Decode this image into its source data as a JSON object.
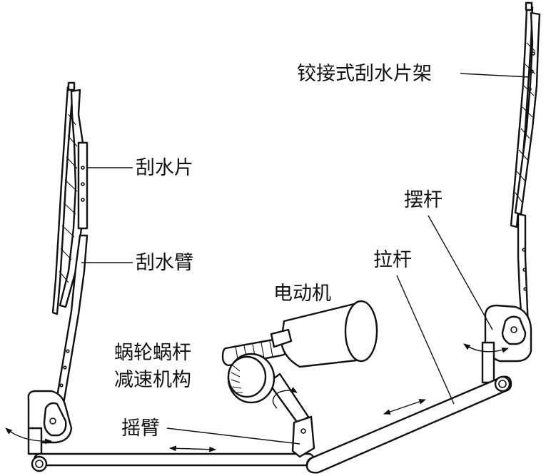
{
  "labels": {
    "hinged_blade_frame": "铰接式刮水片架",
    "wiper_blade": "刮水片",
    "wiper_arm": "刮水臂",
    "swing_lever": "摆杆",
    "pull_rod": "拉杆",
    "motor": "电动机",
    "worm_gear_reducer_line1": "蜗轮蜗杆",
    "worm_gear_reducer_line2": "减速机构",
    "rocker_arm": "摇臂"
  }
}
